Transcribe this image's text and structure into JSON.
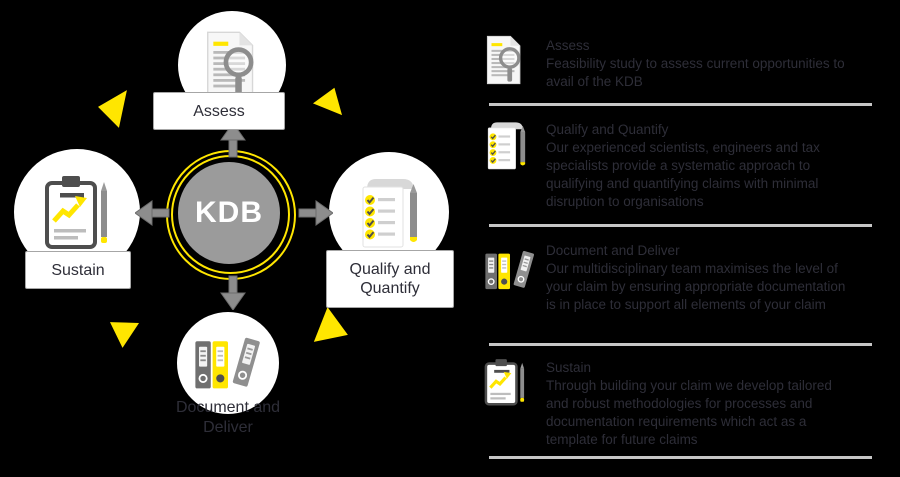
{
  "diagram": {
    "center_label": "KDB",
    "nodes": [
      {
        "id": "assess",
        "label": "Assess",
        "icon": "document-magnifier-icon"
      },
      {
        "id": "qualify",
        "label": "Qualify and Quantify",
        "icon": "checklist-pencil-icon"
      },
      {
        "id": "document",
        "label": "Document and Deliver",
        "icon": "binders-icon"
      },
      {
        "id": "sustain",
        "label": "Sustain",
        "icon": "clipboard-chart-icon"
      }
    ]
  },
  "panel": {
    "sections": [
      {
        "title": "Assess",
        "body": "Feasibility study to assess current opportunities to avail of the KDB",
        "icon": "document-magnifier-icon"
      },
      {
        "title": "Qualify and Quantify",
        "body": "Our experienced scientists, engineers and tax specialists provide a systematic approach to qualifying and quantifying claims with minimal disruption to organisations",
        "icon": "checklist-pencil-icon"
      },
      {
        "title": "Document and Deliver",
        "body": "Our multidisciplinary team maximises the level of your claim by ensuring appropriate documentation is in place to support all elements of your claim",
        "icon": "binders-icon"
      },
      {
        "title": "Sustain",
        "body": "Through building your claim we develop tailored and robust methodologies for processes and documentation requirements which act as a template for future claims",
        "icon": "clipboard-chart-icon"
      }
    ]
  },
  "colors": {
    "background": "#000000",
    "accent_yellow": "#ffe600",
    "circle_gray": "#9b9b9b",
    "arrow_gray": "#8d8d8d",
    "text_dark": "#2e2e38",
    "divider_gray": "#c6c6c6",
    "node_bg": "#ffffff"
  }
}
